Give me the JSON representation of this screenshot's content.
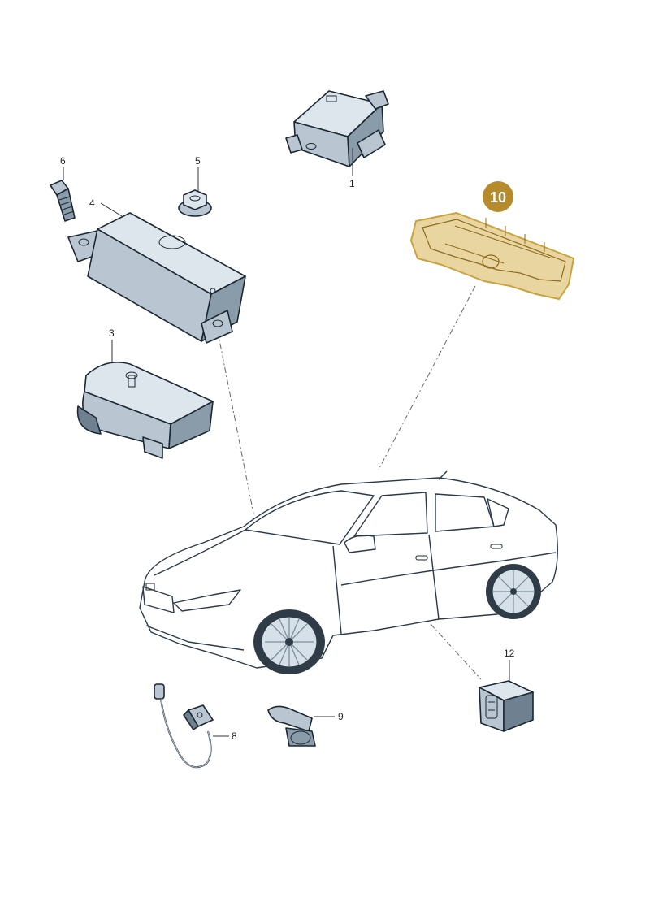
{
  "colors": {
    "part_fill": "#b9c6d1",
    "part_dark": "#6f8191",
    "part_light": "#dde6ed",
    "car_fill": "#dfe8ef",
    "car_glass": "#aebfcc",
    "highlight_fill": "#e9d5a0",
    "highlight_stroke": "#c9a23c",
    "badge_fill": "#b58b2c"
  },
  "diagram": {
    "highlighted_part": "10",
    "labels": {
      "p1": "1",
      "p3": "3",
      "p4": "4",
      "p5": "5",
      "p6": "6",
      "p8": "8",
      "p9": "9",
      "p10": "10",
      "p12": "12"
    }
  }
}
